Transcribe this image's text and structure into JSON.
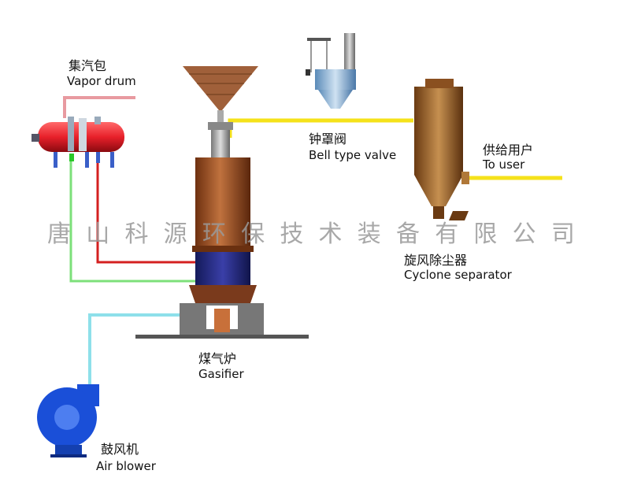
{
  "components": {
    "vapor_drum": {
      "cn": "集汽包",
      "en": "Vapor drum"
    },
    "bell_valve": {
      "cn": "钟罩阀",
      "en": "Bell type valve"
    },
    "to_user": {
      "cn": "供给用户",
      "en": "To user"
    },
    "cyclone": {
      "cn": "旋风除尘器",
      "en": "Cyclone separator"
    },
    "gasifier": {
      "cn": "煤气炉",
      "en": "Gasifier"
    },
    "air_blower": {
      "cn": "鼓风机",
      "en": "Air blower"
    }
  },
  "watermark": [
    "唐",
    "山",
    "科",
    "源",
    "环",
    "保",
    "技",
    "术",
    "装",
    "备",
    "有",
    "限",
    "公",
    "司"
  ],
  "colors": {
    "gas_pipe": "#f5e21a",
    "water_in": "#7de07a",
    "steam_out": "#d42020",
    "air": "#8ee0ea",
    "drum": "#e8202a",
    "blower": "#1a4fd8",
    "gasifier_body": "#a8552a"
  }
}
